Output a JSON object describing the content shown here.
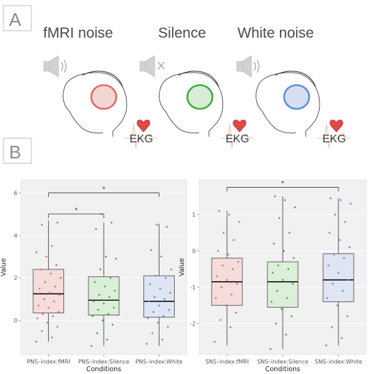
{
  "panel_a": {
    "letter": "A",
    "conditions": [
      {
        "title": "fMRI noise",
        "color": "#e06a63",
        "fill": "#f3d6d4",
        "speaker": "sound"
      },
      {
        "title": "Silence",
        "color": "#3fae3f",
        "fill": "#d8ecd6",
        "speaker": "muted"
      },
      {
        "title": "White noise",
        "color": "#5d8fe0",
        "fill": "#d6dff1",
        "speaker": "sound"
      }
    ],
    "ekg_label": "EKG"
  },
  "chart_data": [
    {
      "type": "box",
      "xlabel": "Conditions",
      "ylabel": "Value",
      "ylim": [
        -1.6,
        6.6
      ],
      "yticks": [
        0,
        2,
        4,
        6
      ],
      "categories": [
        "PNS–index:fMRI",
        "PNS–index:Silence",
        "PNS–index:White"
      ],
      "colors": [
        "#e06a63",
        "#3fae3f",
        "#5d8fe0"
      ],
      "fills": [
        "#f6dddb",
        "#dcefd9",
        "#dfe5f3"
      ],
      "boxes": [
        {
          "min": -1.0,
          "q1": 0.35,
          "median": 1.25,
          "q3": 2.4,
          "max": 4.7
        },
        {
          "min": -1.2,
          "q1": 0.25,
          "median": 0.95,
          "q3": 2.05,
          "max": 4.6
        },
        {
          "min": -1.2,
          "q1": 0.15,
          "median": 0.9,
          "q3": 2.1,
          "max": 4.55
        }
      ],
      "points": [
        [
          -1.0,
          -0.8,
          -0.5,
          -0.3,
          -0.1,
          0.1,
          0.2,
          0.3,
          0.4,
          0.6,
          0.7,
          0.9,
          1.0,
          1.2,
          1.3,
          1.5,
          1.6,
          1.8,
          2.0,
          2.2,
          2.4,
          2.6,
          3.0,
          3.2,
          3.5,
          4.5,
          4.6
        ],
        [
          -1.2,
          -0.9,
          -0.6,
          -0.2,
          0.0,
          0.2,
          0.3,
          0.5,
          0.6,
          0.8,
          0.9,
          1.1,
          1.2,
          1.4,
          1.6,
          1.8,
          2.0,
          2.4,
          2.9,
          3.0,
          4.3,
          4.6,
          5.0
        ],
        [
          -1.1,
          -0.9,
          -0.6,
          -0.3,
          -0.1,
          0.1,
          0.2,
          0.4,
          0.5,
          0.7,
          0.9,
          1.0,
          1.1,
          1.3,
          1.5,
          1.7,
          2.0,
          2.1,
          2.4,
          3.0,
          3.3,
          4.4,
          4.5
        ]
      ],
      "brackets": [
        {
          "from": 0,
          "to": 2,
          "y": 6.0,
          "label": "*"
        },
        {
          "from": 0,
          "to": 1,
          "y": 5.0,
          "label": "*"
        }
      ]
    },
    {
      "type": "box",
      "xlabel": "Conditions",
      "ylabel": "Value",
      "ylim": [
        -2.85,
        1.95
      ],
      "yticks": [
        -2,
        -1,
        0,
        1
      ],
      "categories": [
        "SNS–index:fMRI",
        "SNS–index:Silence",
        "SNS–index:White"
      ],
      "colors": [
        "#e06a63",
        "#3fae3f",
        "#5d8fe0"
      ],
      "fills": [
        "#f6dddb",
        "#dcefd9",
        "#dfe5f3"
      ],
      "boxes": [
        {
          "min": -2.6,
          "q1": -1.5,
          "median": -0.85,
          "q3": -0.2,
          "max": 1.1
        },
        {
          "min": -2.7,
          "q1": -1.55,
          "median": -0.85,
          "q3": -0.3,
          "max": 1.5
        },
        {
          "min": -2.6,
          "q1": -1.4,
          "median": -0.8,
          "q3": -0.08,
          "max": 1.45
        }
      ],
      "points": [
        [
          -2.5,
          -2.1,
          -1.9,
          -1.7,
          -1.5,
          -1.3,
          -1.2,
          -1.0,
          -0.9,
          -0.8,
          -0.7,
          -0.5,
          -0.4,
          -0.3,
          -0.1,
          0.0,
          0.3,
          0.5,
          0.8,
          1.0,
          1.1
        ],
        [
          -2.7,
          -2.3,
          -2.0,
          -1.8,
          -1.6,
          -1.4,
          -1.3,
          -1.1,
          -0.9,
          -0.8,
          -0.6,
          -0.5,
          -0.4,
          -0.2,
          0.0,
          0.2,
          0.5,
          0.9,
          1.2,
          1.4,
          1.5
        ],
        [
          -2.6,
          -2.4,
          -2.1,
          -1.8,
          -1.5,
          -1.3,
          -1.1,
          -0.9,
          -0.8,
          -0.6,
          -0.4,
          -0.2,
          -0.1,
          0.1,
          0.3,
          0.5,
          0.8,
          1.0,
          1.3,
          1.4,
          1.45
        ]
      ],
      "brackets": [
        {
          "from": 0,
          "to": 2,
          "y": 1.75,
          "label": "*"
        }
      ]
    }
  ],
  "panel_b": {
    "letter": "B"
  }
}
